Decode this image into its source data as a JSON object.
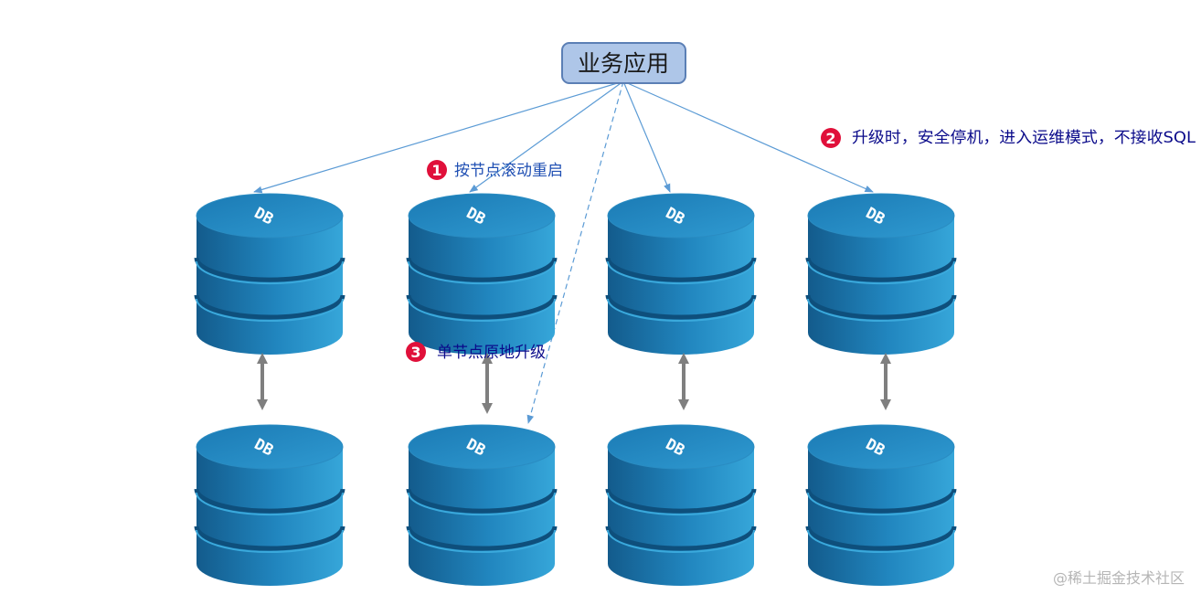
{
  "app": {
    "label": "业务应用"
  },
  "db_label": "DB",
  "databases": {
    "primary": [
      {
        "id": "p1",
        "label": "DB"
      },
      {
        "id": "p2",
        "label": "DB"
      },
      {
        "id": "p3",
        "label": "DB"
      },
      {
        "id": "p4",
        "label": "DB"
      }
    ],
    "replica": [
      {
        "id": "r1",
        "label": "DB"
      },
      {
        "id": "r2",
        "label": "DB"
      },
      {
        "id": "r3",
        "label": "DB"
      },
      {
        "id": "r4",
        "label": "DB"
      }
    ]
  },
  "notes": [
    {
      "number": "1",
      "text": "按节点滚动重启"
    },
    {
      "number": "2",
      "text": "升级时，安全停机，进入运维模式，不接收SQL"
    },
    {
      "number": "3",
      "text": "单节点原地升级"
    }
  ],
  "watermark": "@稀土掘金技术社区",
  "colors": {
    "app_box_fill": "#aec6e8",
    "app_box_stroke": "#5b7fb5",
    "db_dark": "#1a6ea3",
    "db_light": "#2a93c9",
    "connector": "#5b9bd5",
    "sync_arrow": "#7f7f7f",
    "badge": "#e0103a",
    "note_1_text": "#1f4fb3",
    "note_text": "#0a0a8a"
  }
}
